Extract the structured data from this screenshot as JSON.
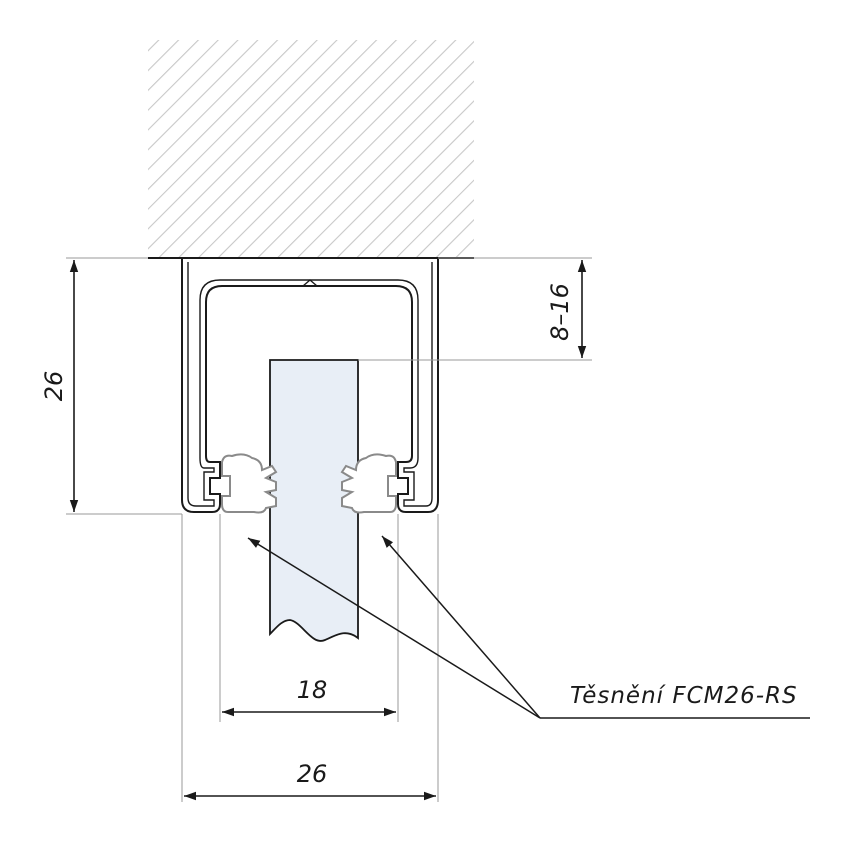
{
  "dimensions": {
    "height_profile": "26",
    "gap_depth": "8–16",
    "inner_width": "18",
    "outer_width": "26"
  },
  "callout": {
    "label": "Těsnění FCM26-RS"
  },
  "colors": {
    "glass": "#e8eef6",
    "hatch": "#c8c8c8",
    "line": "#1a1a1a",
    "seal": "#8a8a8a"
  }
}
